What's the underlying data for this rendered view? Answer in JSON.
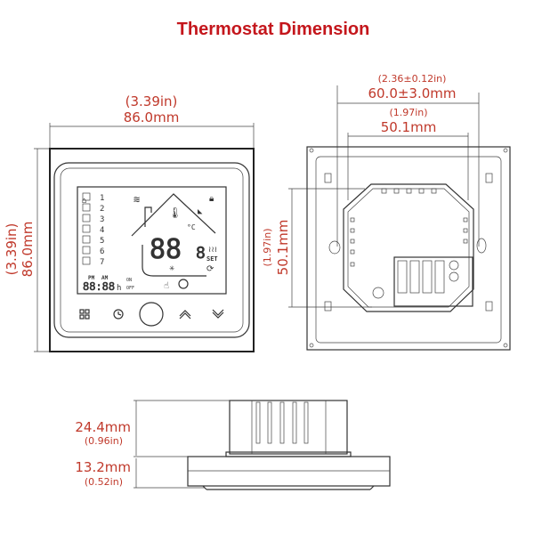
{
  "title": "Thermostat Dimension",
  "colors": {
    "title": "#c4161c",
    "dimension_text": "#c0392b",
    "outline": "#333333"
  },
  "front_view": {
    "width_in": "(3.39in)",
    "width_mm": "86.0mm",
    "height_in": "(3.39in)",
    "height_mm": "86.0mm",
    "lcd": {
      "digits_main": "88",
      "digit_decimal": "8",
      "unit": "°C",
      "set_label": "SET",
      "pm": "PM",
      "am": "AM",
      "clock_digits": "88:88",
      "hour_suffix": "h",
      "on": "ON",
      "off": "OFF",
      "program_numbers": [
        "1",
        "2",
        "3",
        "4",
        "5",
        "6",
        "7"
      ]
    },
    "buttons": [
      "menu-icon",
      "clock-icon",
      "power-icon",
      "up-chevron-icon",
      "down-chevron-icon"
    ]
  },
  "back_view": {
    "outer_in": "(2.36±0.12in)",
    "outer_mm": "60.0±3.0mm",
    "inner_in": "(1.97in)",
    "inner_mm": "50.1mm",
    "height_in": "(1.97in)",
    "height_mm": "50.1mm"
  },
  "side_view": {
    "box_depth_mm": "24.4mm",
    "box_depth_in": "(0.96in)",
    "panel_depth_mm": "13.2mm",
    "panel_depth_in": "(0.52in)"
  }
}
